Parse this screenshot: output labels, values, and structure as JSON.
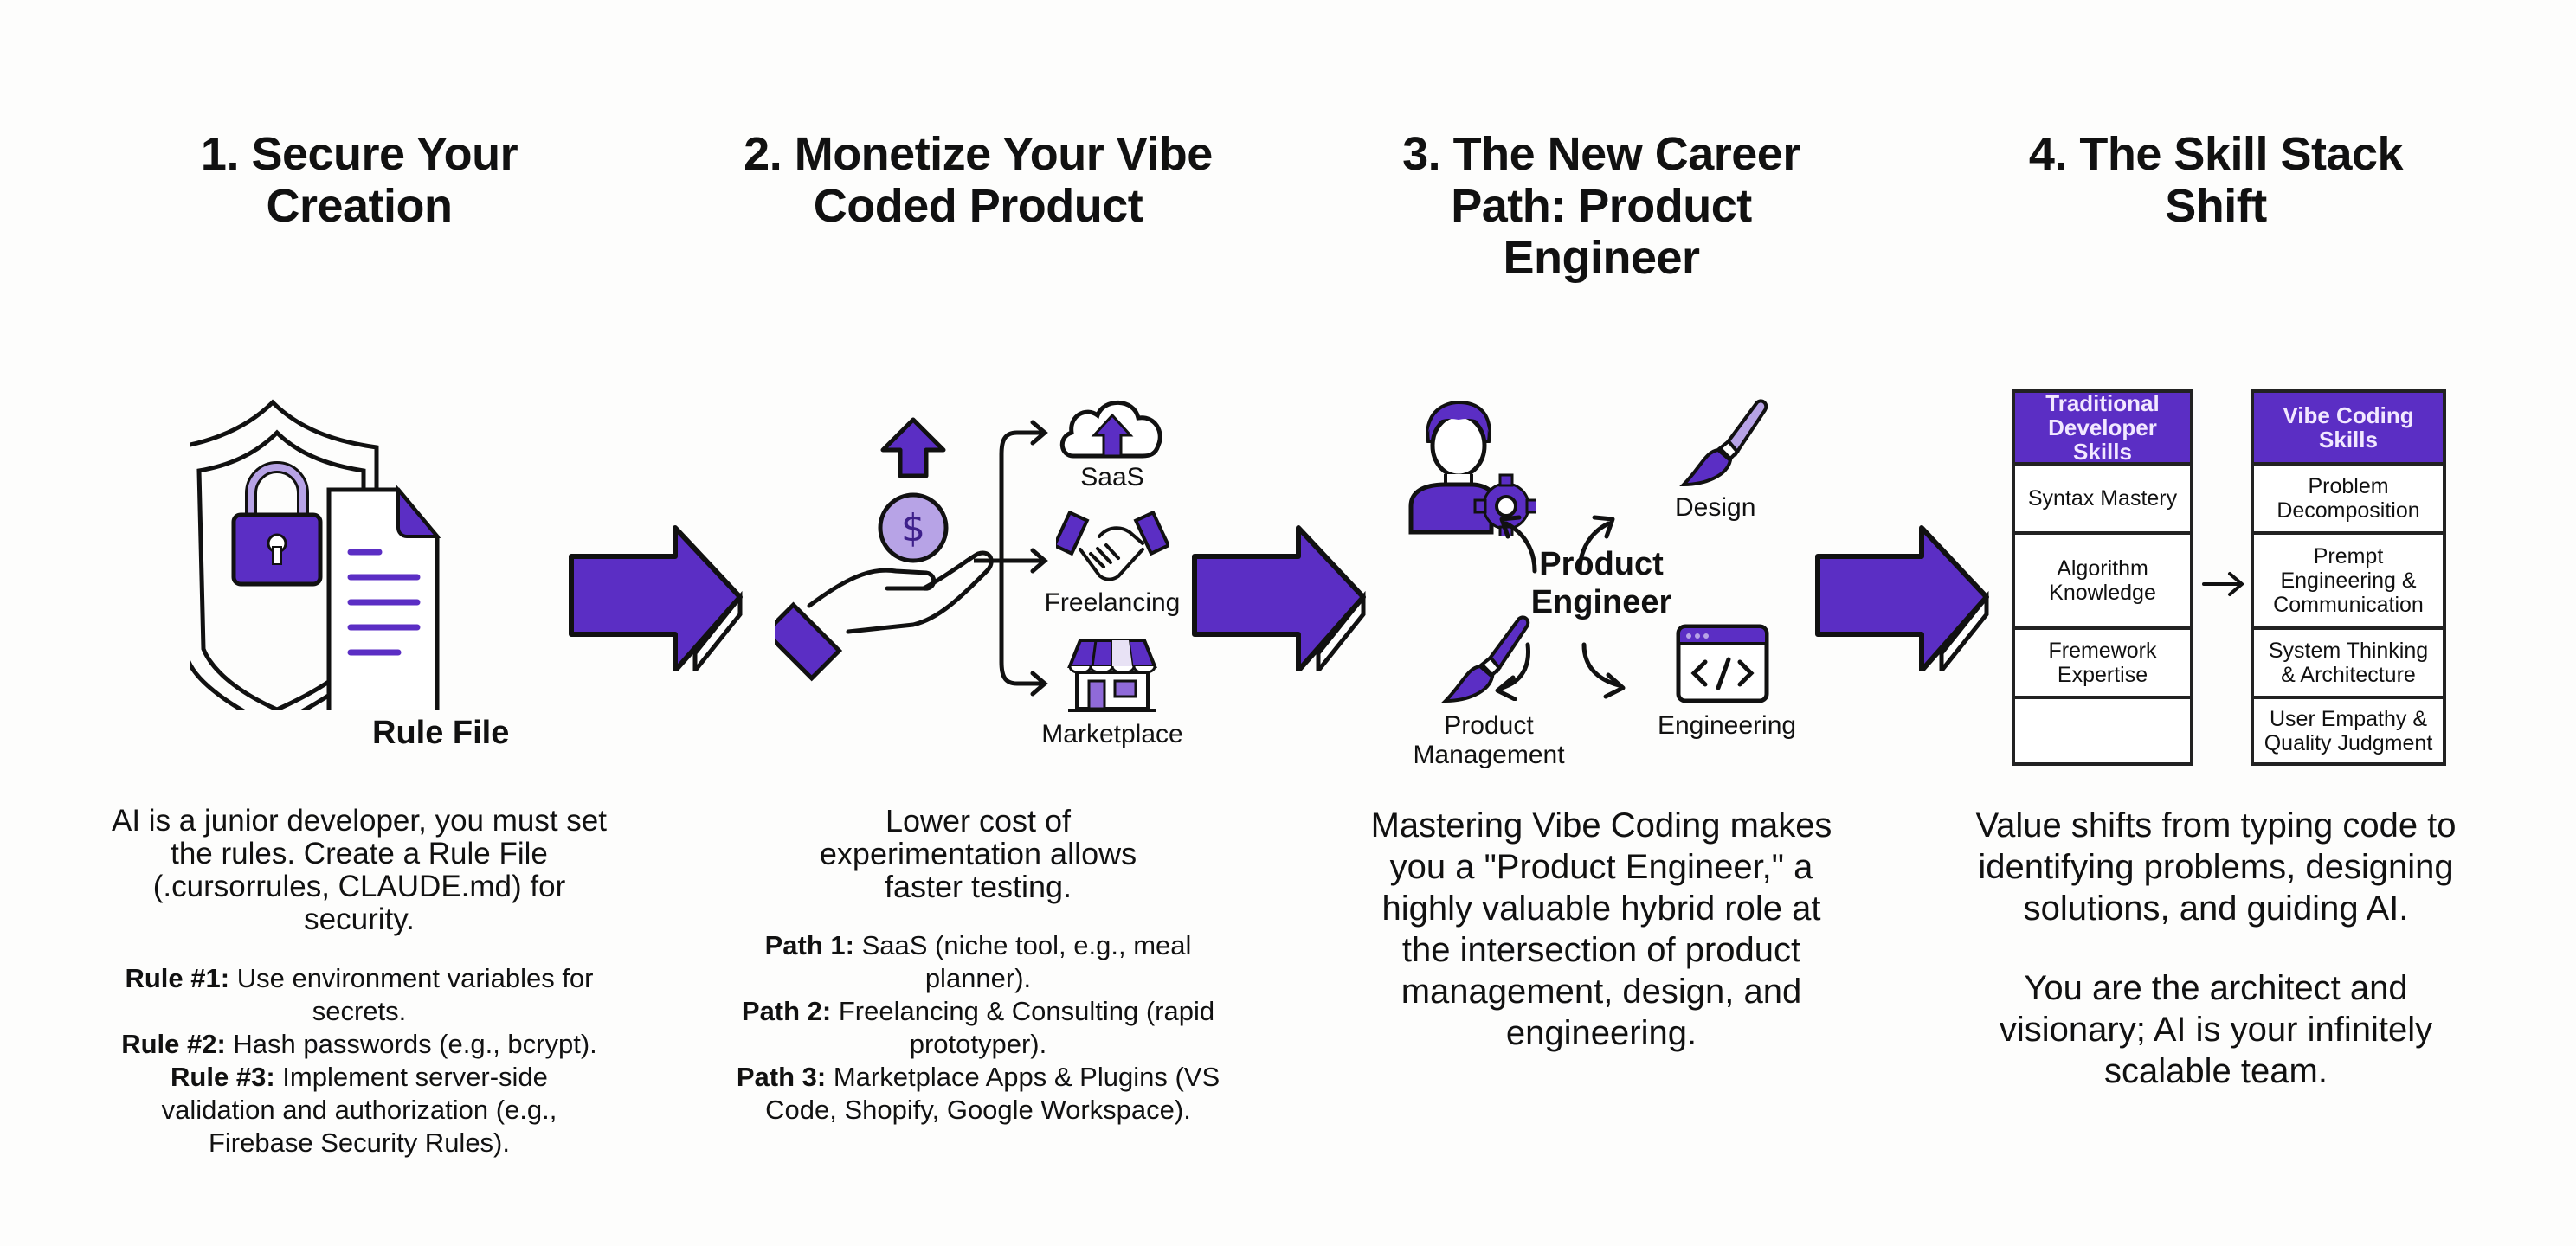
{
  "colors": {
    "accent_purple": "#5b2ec4",
    "light_purple": "#b7a3e6",
    "outline": "#111111",
    "background": "#fdfdfc"
  },
  "columns": [
    {
      "title": "1. Secure Your Creation",
      "illustration": {
        "icons": [
          "shield-icon",
          "padlock-icon",
          "document-icon"
        ],
        "label": "Rule File"
      },
      "intro": "AI is a junior developer, you must set the rules. Create a Rule File (.cursorrules, CLAUDE.md) for security.",
      "items": [
        {
          "key": "Rule #1:",
          "text": " Use environment variables for secrets."
        },
        {
          "key": "Rule #2:",
          "text": " Hash passwords (e.g., bcrypt)."
        },
        {
          "key": "Rule #3:",
          "text": " Implement server-side validation and authorization (e.g., Firebase Security Rules)."
        }
      ]
    },
    {
      "title": "2. Monetize Your Vibe Coded Product",
      "illustration": {
        "icons": [
          "hand-coin-icon",
          "up-arrow-icon",
          "cloud-upload-icon",
          "handshake-icon",
          "storefront-icon"
        ],
        "branches": [
          "SaaS",
          "Freelancing",
          "Marketplace"
        ]
      },
      "intro": "Lower cost of experimentation allows faster testing.",
      "items": [
        {
          "key": "Path 1:",
          "text": " SaaS (niche tool, e.g., meal planner)."
        },
        {
          "key": "Path 2:",
          "text": " Freelancing & Consulting (rapid prototyper)."
        },
        {
          "key": "Path 3:",
          "text": " Marketplace Apps & Plugins (VS Code, Shopify, Google Workspace)."
        }
      ]
    },
    {
      "title": "3. The New Career Path: Product Engineer",
      "illustration": {
        "center": "Product Engineer",
        "nodes": [
          "Design",
          "Product Management",
          "Engineering"
        ],
        "icons": [
          "person-gear-icon",
          "paintbrush-icon",
          "code-window-icon"
        ]
      },
      "body": "Mastering Vibe Coding makes you a \"Product Engineer,\" a highly valuable hybrid role at the intersection of product management, design, and engineering."
    },
    {
      "title": "4. The Skill Stack Shift",
      "tables": {
        "traditional": {
          "header": "Traditional Developer Skills",
          "rows": [
            "Syntax Mastery",
            "Algorithm Knowledge",
            "Fremework Expertise",
            ""
          ]
        },
        "vibe": {
          "header": "Vibe Coding Skills",
          "rows": [
            "Problem Decomposition",
            "Prempt Engineering & Communication",
            "System Thinking & Architecture",
            "User Empathy & Quality Judgment"
          ]
        },
        "transition_icon": "right-arrow-icon"
      },
      "paragraphs": [
        "Value shifts from typing code to identifying problems, designing solutions, and guiding AI.",
        "You are the architect and visionary; AI is your infinitely scalable team."
      ]
    }
  ],
  "flow_arrows": [
    "arrow-1-to-2",
    "arrow-2-to-3",
    "arrow-3-to-4"
  ]
}
